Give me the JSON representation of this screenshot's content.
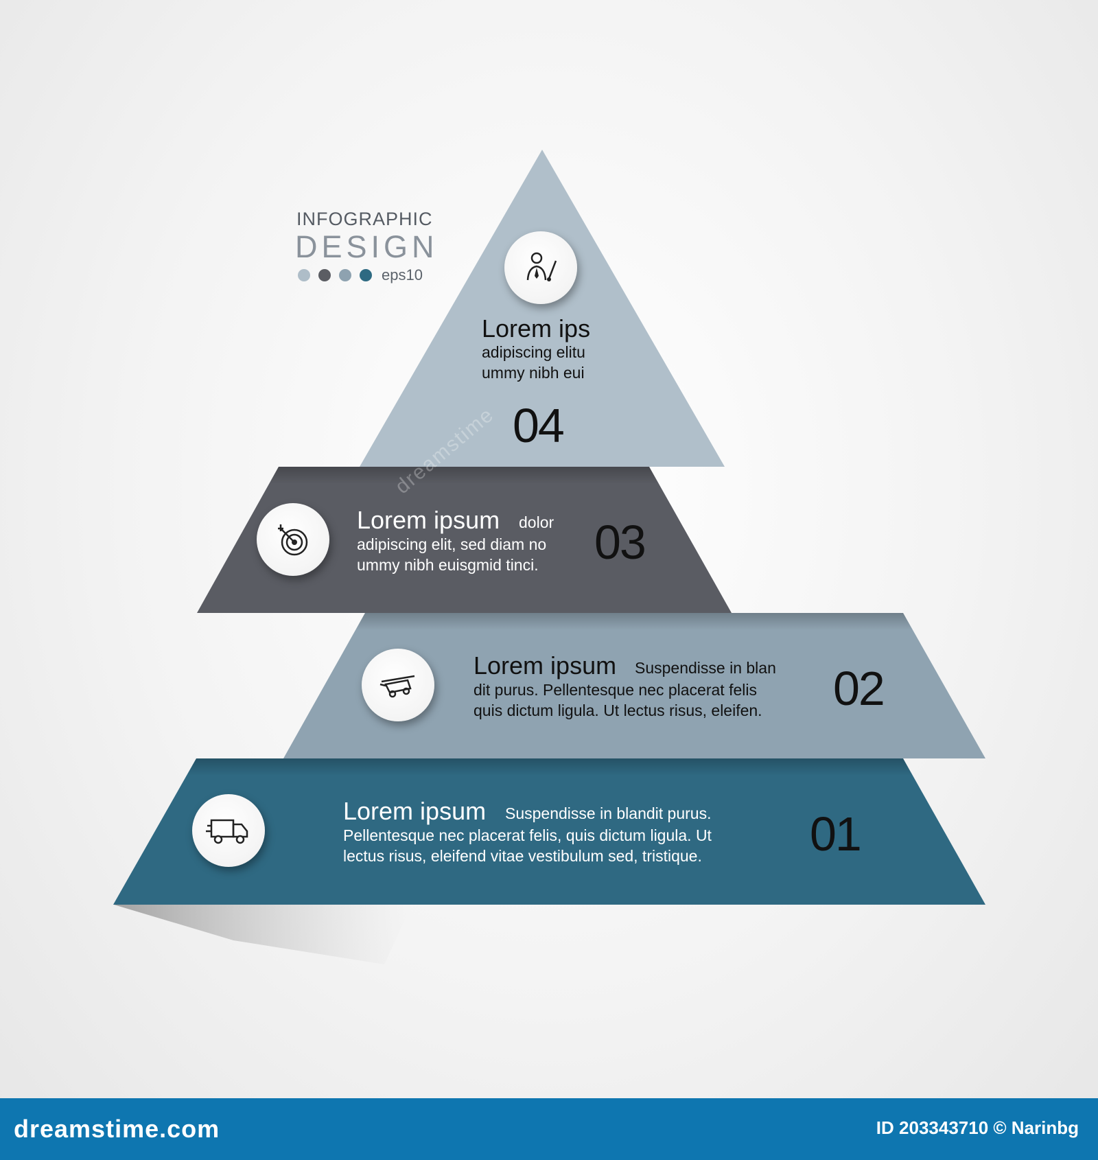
{
  "logo": {
    "line1": "INFOGRAPHIC",
    "line2": "DESIGN",
    "tag": "eps10",
    "dot_colors": [
      "#aebdc8",
      "#5b5d63",
      "#8ea2b0",
      "#2e6a82"
    ]
  },
  "tiers": [
    {
      "number": "04",
      "title": "Lorem ips",
      "lead": "",
      "lines": [
        "adipiscing elitu",
        "ummy nibh eui"
      ],
      "icon": "businessman-with-pointer-icon",
      "color": "#b0bfca"
    },
    {
      "number": "03",
      "title": "Lorem ipsum",
      "lead": "dolor",
      "lines": [
        "adipiscing elit, sed diam no",
        "ummy nibh euisgmid tinci."
      ],
      "icon": "target-icon",
      "color": "#5a5c63"
    },
    {
      "number": "02",
      "title": "Lorem ipsum",
      "lead": "Suspendisse in blan",
      "lines": [
        "dit purus. Pellentesque nec placerat felis",
        "quis dictum ligula. Ut lectus risus, eleifen."
      ],
      "icon": "drone-icon",
      "color": "#8fa3b1"
    },
    {
      "number": "01",
      "title": "Lorem ipsum",
      "lead": "Suspendisse in blandit purus.",
      "lines": [
        "Pellentesque nec placerat felis, quis dictum ligula. Ut",
        "lectus risus, eleifend vitae vestibulum sed, tristique."
      ],
      "icon": "delivery-truck-icon",
      "color": "#2f6982"
    }
  ],
  "watermark": "dreamstime",
  "footer": {
    "site": "dreamstime.com",
    "credit": "ID 203343710 © Narinbg"
  }
}
